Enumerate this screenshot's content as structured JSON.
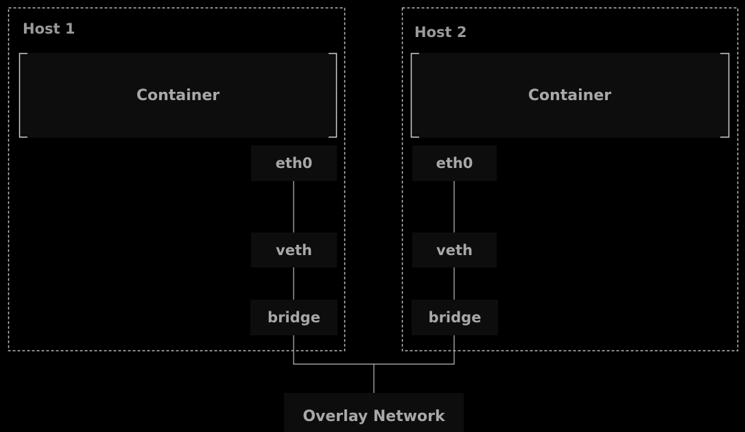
{
  "hosts": [
    {
      "label": "Host 1",
      "container": "Container",
      "nodes": {
        "eth0": "eth0",
        "veth": "veth",
        "bridge": "bridge"
      }
    },
    {
      "label": "Host 2",
      "container": "Container",
      "nodes": {
        "eth0": "eth0",
        "veth": "veth",
        "bridge": "bridge"
      }
    }
  ],
  "overlay": {
    "label": "Overlay Network"
  },
  "colors": {
    "background": "#000000",
    "box_fill": "#0d0d0d",
    "border": "#bfbfbf",
    "text": "#a8a8a8"
  }
}
